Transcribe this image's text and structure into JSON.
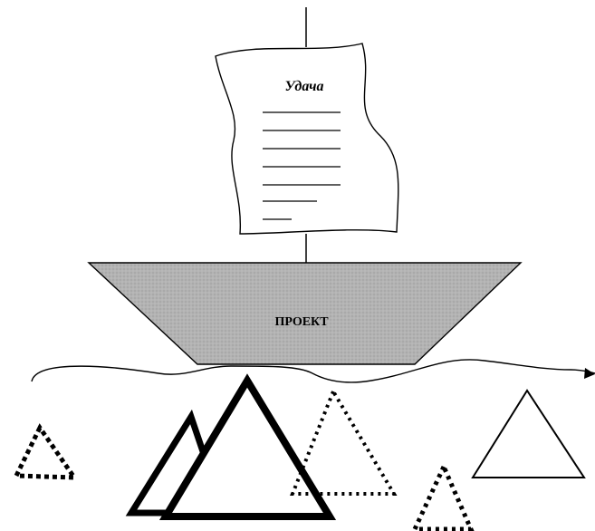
{
  "diagram": {
    "sail": {
      "title": "Удача",
      "text_line_count": 7
    },
    "hull": {
      "label": "ПРОЕКТ"
    },
    "colors": {
      "ink": "#000000",
      "paper": "#ffffff",
      "hull_fill": "#b3b3b3"
    },
    "obstacles": [
      {
        "name": "small-dotted-triangle-left",
        "style": "dotted"
      },
      {
        "name": "back-solid-triangle",
        "style": "solid-thick"
      },
      {
        "name": "large-solid-triangle",
        "style": "solid-thick"
      },
      {
        "name": "dotted-triangle-center",
        "style": "dotted"
      },
      {
        "name": "small-dotted-triangle-bottom",
        "style": "dotted"
      },
      {
        "name": "thin-solid-triangle-right",
        "style": "solid-thin"
      }
    ]
  }
}
